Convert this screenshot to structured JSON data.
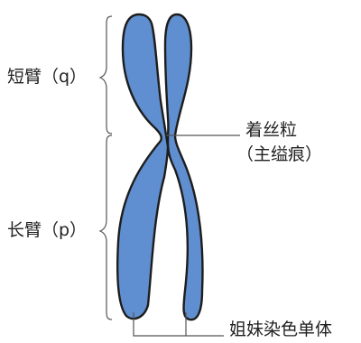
{
  "labels": {
    "short_arm": "短臂（q）",
    "long_arm": "长臂（p）",
    "centromere_line1": "着丝粒",
    "centromere_line2": "（主缢痕）",
    "sister_chromatids": "姐妹染色单体"
  },
  "colors": {
    "chromatid_fill": "#5f8fd0",
    "outline": "#1d1d1d",
    "pointer_lines": "#555555",
    "text": "#222222"
  }
}
